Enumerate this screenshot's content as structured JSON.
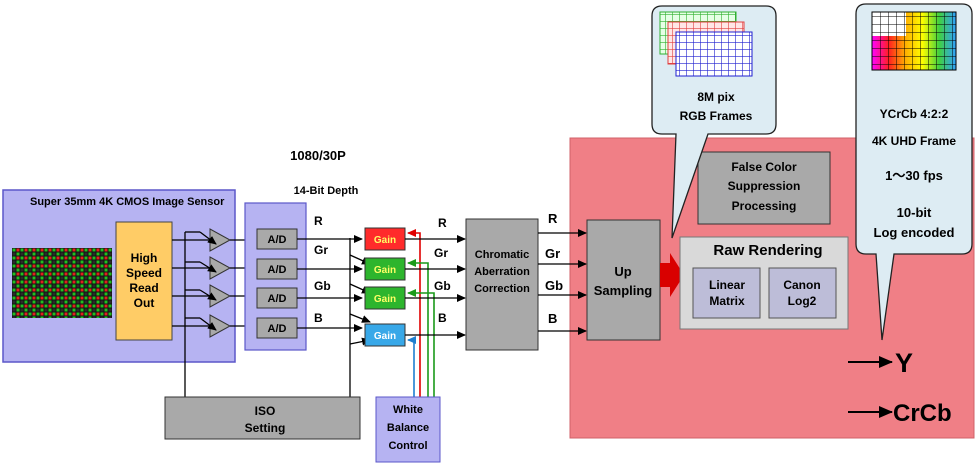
{
  "colors": {
    "sensor_fill": "#b6b3f2",
    "sensor_border": "#5b57c9",
    "readout_fill": "#ffcc66",
    "gray_block": "#a9a9a9",
    "pink_block": "#f07f86",
    "gain_r": "#ff2b2b",
    "gain_g": "#2db52d",
    "gain_b": "#38a8e8",
    "callout_fill": "#ddecf3"
  },
  "header": {
    "mode": "1080/30P",
    "bit_depth": "14-Bit Depth"
  },
  "sensor": {
    "title": "Super 35mm 4K CMOS Image Sensor",
    "readout_line1": "High",
    "readout_line2": "Speed",
    "readout_line3": "Read",
    "readout_line4": "Out"
  },
  "adc": {
    "labels": [
      "A/D",
      "A/D",
      "A/D",
      "A/D"
    ]
  },
  "channels": {
    "r": "R",
    "gr": "Gr",
    "gb": "Gb",
    "b": "B"
  },
  "gain": {
    "labels": [
      "Gain",
      "Gain",
      "Gain",
      "Gain"
    ]
  },
  "iso": {
    "line1": "ISO",
    "line2": "Setting"
  },
  "white_balance": {
    "line1": "White",
    "line2": "Balance",
    "line3": "Control"
  },
  "chromatic": {
    "line1": "Chromatic",
    "line2": "Aberration",
    "line3": "Correction"
  },
  "upsampling": {
    "line1": "Up",
    "line2": "Sampling"
  },
  "false_color": {
    "line1": "False Color",
    "line2": "Suppression",
    "line3": "Processing"
  },
  "raw_rendering": {
    "title": "Raw  Rendering",
    "linear_line1": "Linear",
    "linear_line2": "Matrix",
    "canon_line1": "Canon",
    "canon_line2": "Log2"
  },
  "callout_rgb": {
    "line1": "8M pix",
    "line2": "RGB Frames"
  },
  "callout_ycrcb": {
    "line1": "YCrCb  4:2:2",
    "line2": "4K UHD Frame",
    "line3": "1～30 fps",
    "line4": "10-bit",
    "line5": "Log encoded"
  },
  "outputs": {
    "y": "Y",
    "crcb": "CrCb"
  }
}
